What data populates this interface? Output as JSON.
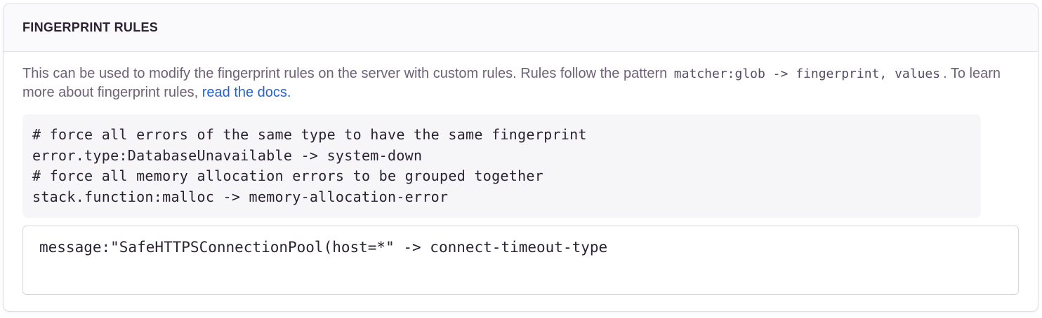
{
  "panel": {
    "header": "FINGERPRINT RULES",
    "description": {
      "text_before_code": "This can be used to modify the fingerprint rules on the server with custom rules. Rules follow the pattern",
      "inline_code": "matcher:glob -> fingerprint, values",
      "text_after_code": ". To learn more about fingerprint rules,",
      "link_text": "read the docs."
    },
    "example_block": {
      "lines": [
        "# force all errors of the same type to have the same fingerprint",
        "error.type:DatabaseUnavailable -> system-down",
        "# force all memory allocation errors to be grouped together",
        "stack.function:malloc -> memory-allocation-error"
      ]
    },
    "rules_input": {
      "value": "message:\"SafeHTTPSConnectionPool(host=*\" -> connect-timeout-type"
    }
  },
  "colors": {
    "link": "#2562d4",
    "header_bg": "#faf9fb",
    "panel_border": "#e0dce5",
    "code_block_bg": "#f6f5f8",
    "heading_text": "#2b2233",
    "body_text": "#6e6276"
  }
}
